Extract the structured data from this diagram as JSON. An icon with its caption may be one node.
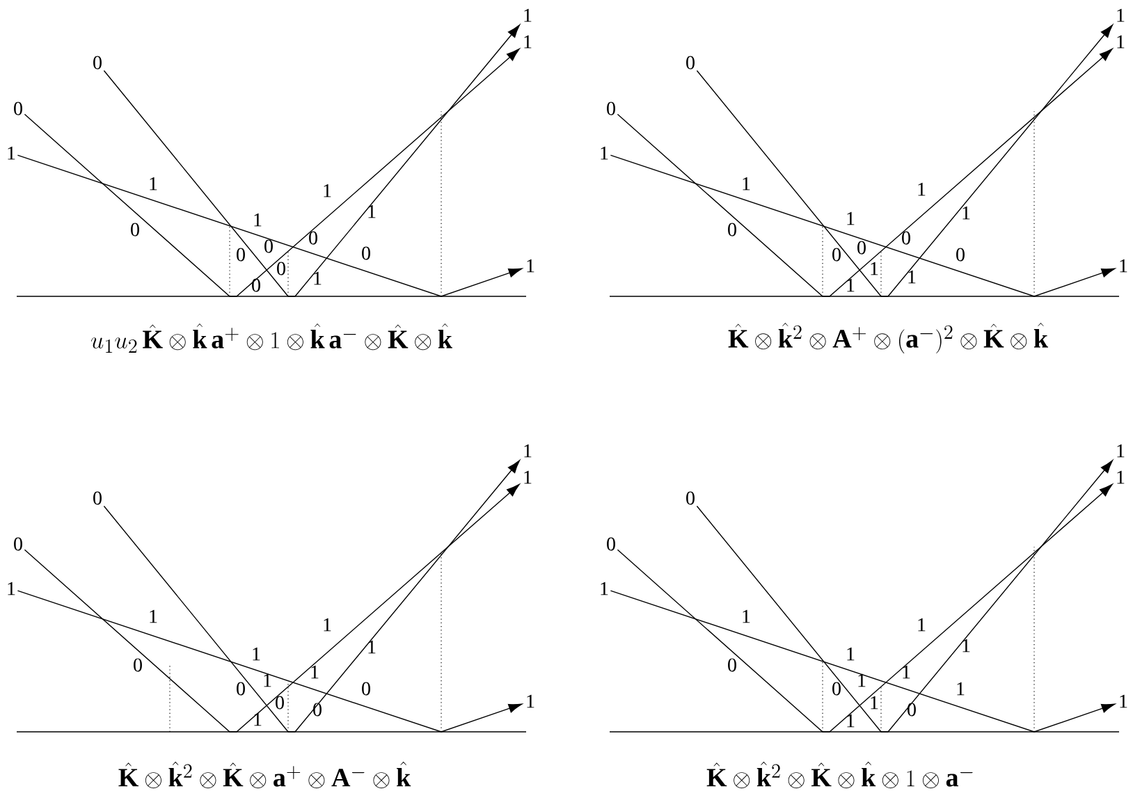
{
  "diagram": {
    "nodes": [
      {
        "text": [
          "0"
        ]
      },
      {
        "text": [
          "0"
        ]
      },
      {
        "text": [
          "1"
        ]
      },
      {
        "text": [
          "1"
        ]
      },
      {
        "text": [
          "1"
        ]
      },
      {
        "text": [
          "1"
        ]
      },
      {
        "text": [
          "0"
        ]
      },
      {
        "text": [
          "0"
        ]
      },
      {
        "text": [
          "1"
        ]
      },
      {
        "text": [
          "1"
        ]
      },
      {
        "text": [
          "1"
        ]
      },
      {
        "text": [
          "1"
        ]
      },
      {
        "text": [
          "0"
        ]
      },
      {
        "text": [
          "0"
        ]
      },
      {
        "text": [
          "1"
        ]
      },
      {
        "text": [
          "1"
        ]
      },
      {
        "text": [
          "1"
        ]
      },
      {
        "text": [
          "1"
        ]
      },
      {
        "text": [
          "0"
        ]
      },
      {
        "text": [
          "0"
        ]
      },
      {
        "text": [
          "1"
        ]
      },
      {
        "text": [
          "1"
        ]
      },
      {
        "text": [
          "1"
        ]
      },
      {
        "text": [
          "1"
        ]
      }
    ],
    "edges": [
      {
        "from": 0,
        "to": 3,
        "arrow": "to"
      },
      {
        "from": 1,
        "to": 4,
        "arrow": "to"
      },
      {
        "from": 2,
        "to": 5,
        "arrow": "to"
      },
      {
        "from": 6,
        "to": 9,
        "arrow": "to"
      },
      {
        "from": 7,
        "to": 10,
        "arrow": "to"
      },
      {
        "from": 8,
        "to": 11,
        "arrow": "to"
      },
      {
        "from": 12,
        "to": 15,
        "arrow": "to"
      },
      {
        "from": 13,
        "to": 16,
        "arrow": "to"
      },
      {
        "from": 14,
        "to": 17,
        "arrow": "to"
      },
      {
        "from": 18,
        "to": 21,
        "arrow": "to"
      },
      {
        "from": 19,
        "to": 22,
        "arrow": "to"
      },
      {
        "from": 20,
        "to": 23,
        "arrow": "to"
      }
    ],
    "labels": [
      "1",
      "1",
      "1",
      "1",
      "0",
      "0",
      "0",
      "0",
      "0",
      "0",
      "1",
      "0",
      "u_1u_2\\,\\hat{\\mathbf K}\\otimes\\hat{\\mathbf k}\\,\\mathbf a^{+}\\otimes 1\\otimes\\hat{\\mathbf k}\\,\\mathbf a^{-}\\otimes\\hat{\\mathbf K}\\otimes\\hat{\\mathbf k}",
      "1",
      "1",
      "1",
      "1",
      "0",
      "0",
      "0",
      "0",
      "0",
      "1",
      "1",
      "1",
      "\\hat{\\mathbf K}\\otimes\\hat{\\mathbf k}^2\\otimes\\mathbf A^{+}\\otimes(\\mathbf a^{-})^2\\otimes\\hat{\\mathbf K}\\otimes\\hat{\\mathbf k}",
      "1",
      "1",
      "1",
      "1",
      "0",
      "1",
      "1",
      "0",
      "0",
      "0",
      "0",
      "1",
      "\\hat{\\mathbf K}\\otimes\\hat{\\mathbf k}^2\\otimes\\hat{\\mathbf K}\\otimes\\mathbf a^{+}\\otimes\\mathbf A^{-}\\otimes\\hat{\\mathbf k}",
      "1",
      "1",
      "1",
      "1",
      "0",
      "1",
      "1",
      "1",
      "0",
      "1",
      "0",
      "1",
      "\\hat{\\mathbf K}\\otimes\\hat{\\mathbf k}^2\\otimes\\hat{\\mathbf K}\\otimes\\hat{\\mathbf k}\\otimes 1\\otimes\\mathbf a^{-}"
    ]
  }
}
